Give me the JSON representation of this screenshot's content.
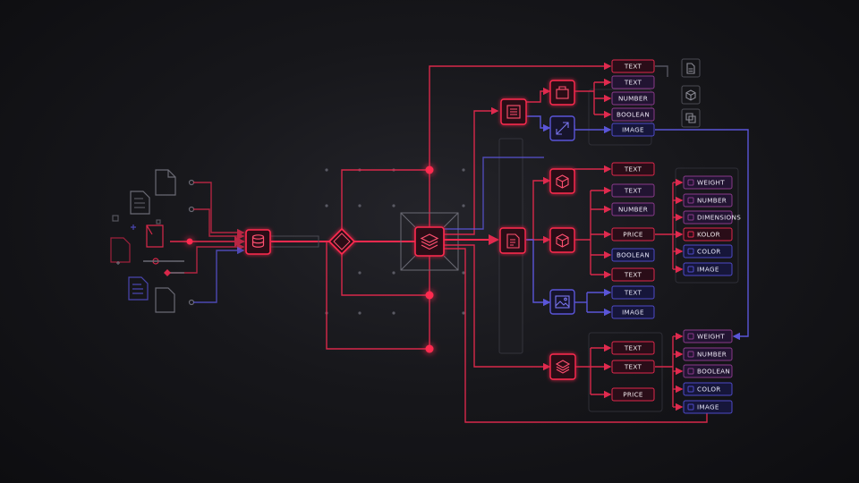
{
  "colors": {
    "background": "#141417",
    "accent_red": "#ff2a4f",
    "edge_red": "#d8284a",
    "accent_purple": "#5a55d8",
    "grid": "#3a3a42",
    "text": "#e6e6ee"
  },
  "icons": {
    "source": "database-icon",
    "router": "diamond-router-icon",
    "hub": "stacked-layers-icon",
    "branch_top": "list-panel-icon",
    "branch_mid": "document-edit-icon",
    "branch_bottom": "layers-icon",
    "node_bag": "bag-icon",
    "node_expand": "expand-arrows-icon",
    "node_box_a": "package-icon",
    "node_box_b": "package-icon",
    "node_image": "image-icon",
    "right_doc": "document-icon",
    "right_box": "package-outline-icon",
    "right_copy": "copy-icon"
  },
  "group_a": {
    "fields": [
      "TEXT",
      "TEXT",
      "NUMBER",
      "BOOLEAN",
      "IMAGE"
    ]
  },
  "group_b": {
    "fields": [
      "TEXT",
      "TEXT",
      "NUMBER",
      "PRICE",
      "BOOLEAN",
      "TEXT",
      "TEXT",
      "IMAGE"
    ],
    "attributes": [
      "WEIGHT",
      "NUMBER",
      "DIMENSIONS",
      "KOLOR",
      "COLOR",
      "IMAGE"
    ]
  },
  "group_c": {
    "fields": [
      "TEXT",
      "TEXT",
      "PRICE"
    ],
    "attributes": [
      "WEIGHT",
      "NUMBER",
      "BOOLEAN",
      "COLOR",
      "IMAGE"
    ]
  }
}
